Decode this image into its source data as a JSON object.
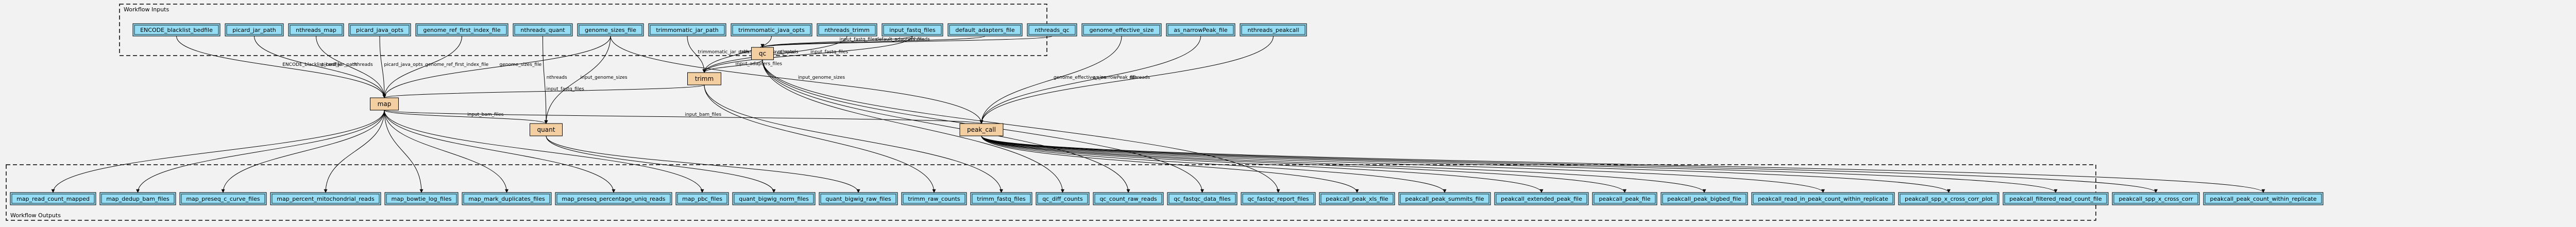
{
  "clusters": {
    "inputs_label": "Workflow Inputs",
    "outputs_label": "Workflow Outputs"
  },
  "inputs": [
    "ENCODE_blacklist_bedfile",
    "picard_jar_path",
    "nthreads_map",
    "picard_java_opts",
    "genome_ref_first_index_file",
    "nthreads_quant",
    "genome_sizes_file",
    "trimmomatic_jar_path",
    "trimmomatic_java_opts",
    "nthreads_trimm",
    "input_fastq_files",
    "default_adapters_file",
    "nthreads_qc",
    "genome_effective_size",
    "as_narrowPeak_file",
    "nthreads_peakcall"
  ],
  "steps": [
    "map",
    "quant",
    "trimm",
    "qc",
    "peak_call"
  ],
  "outputs": [
    "map_read_count_mapped",
    "map_dedup_bam_files",
    "map_preseq_c_curve_files",
    "map_percent_mitochondrial_reads",
    "map_bowtie_log_files",
    "map_mark_duplicates_files",
    "map_preseq_percentage_uniq_reads",
    "map_pbc_files",
    "quant_bigwig_norm_files",
    "quant_bigwig_raw_files",
    "trimm_raw_counts",
    "trimm_fastq_files",
    "qc_diff_counts",
    "qc_count_raw_reads",
    "qc_fastqc_data_files",
    "qc_fastqc_report_files",
    "peakcall_peak_xls_file",
    "peakcall_peak_summits_file",
    "peakcall_extended_peak_file",
    "peakcall_peak_file",
    "peakcall_peak_bigbed_file",
    "peakcall_read_in_peak_count_within_replicate",
    "peakcall_spp_x_cross_corr_plot",
    "peakcall_filtered_read_count_file",
    "peakcall_spp_x_cross_corr",
    "peakcall_peak_count_within_replicate"
  ],
  "edges": [
    {
      "from": "ENCODE_blacklist_bedfile",
      "to": "map",
      "label": "ENCODE_blacklist_bedfile"
    },
    {
      "from": "picard_jar_path",
      "to": "map",
      "label": "picard_jar_path"
    },
    {
      "from": "nthreads_map",
      "to": "map",
      "label": "nthreads"
    },
    {
      "from": "picard_java_opts",
      "to": "map",
      "label": "picard_java_opts"
    },
    {
      "from": "genome_ref_first_index_file",
      "to": "map",
      "label": "genome_ref_first_index_file"
    },
    {
      "from": "genome_sizes_file",
      "to": "map",
      "label": "genome_sizes_file"
    },
    {
      "from": "trimm",
      "to": "map",
      "label": "input_fastq_files"
    },
    {
      "from": "map",
      "to": "quant",
      "label": "input_bam_files"
    },
    {
      "from": "map",
      "to": "peak_call",
      "label": "input_bam_files"
    },
    {
      "from": "nthreads_quant",
      "to": "quant",
      "label": "nthreads"
    },
    {
      "from": "genome_sizes_file",
      "to": "quant",
      "label": "input_genome_sizes"
    },
    {
      "from": "trimmomatic_jar_path",
      "to": "trimm",
      "label": "trimmomatic_jar_path"
    },
    {
      "from": "trimmomatic_java_opts",
      "to": "trimm",
      "label": "trimmomatic_java_opts"
    },
    {
      "from": "nthreads_trimm",
      "to": "trimm",
      "label": "nthreads"
    },
    {
      "from": "input_fastq_files",
      "to": "trimm",
      "label": "input_fastq_files"
    },
    {
      "from": "qc",
      "to": "trimm",
      "label": "input_adapters_files"
    },
    {
      "from": "input_fastq_files",
      "to": "qc",
      "label": "input_fastq_files"
    },
    {
      "from": "default_adapters_file",
      "to": "qc",
      "label": "default_adapters_file"
    },
    {
      "from": "nthreads_qc",
      "to": "qc",
      "label": "nthreads"
    },
    {
      "from": "genome_sizes_file",
      "to": "peak_call",
      "label": "input_genome_sizes"
    },
    {
      "from": "genome_effective_size",
      "to": "peak_call",
      "label": "genome_effective_size"
    },
    {
      "from": "as_narrowPeak_file",
      "to": "peak_call",
      "label": "as_narrowPeak_file"
    },
    {
      "from": "nthreads_peakcall",
      "to": "peak_call",
      "label": "nthreads"
    },
    {
      "from": "map",
      "to": "map_read_count_mapped",
      "label": ""
    },
    {
      "from": "map",
      "to": "map_dedup_bam_files",
      "label": ""
    },
    {
      "from": "map",
      "to": "map_preseq_c_curve_files",
      "label": ""
    },
    {
      "from": "map",
      "to": "map_percent_mitochondrial_reads",
      "label": ""
    },
    {
      "from": "map",
      "to": "map_bowtie_log_files",
      "label": ""
    },
    {
      "from": "map",
      "to": "map_mark_duplicates_files",
      "label": ""
    },
    {
      "from": "map",
      "to": "map_preseq_percentage_uniq_reads",
      "label": ""
    },
    {
      "from": "map",
      "to": "map_pbc_files",
      "label": ""
    },
    {
      "from": "quant",
      "to": "quant_bigwig_norm_files",
      "label": ""
    },
    {
      "from": "quant",
      "to": "quant_bigwig_raw_files",
      "label": ""
    },
    {
      "from": "trimm",
      "to": "trimm_raw_counts",
      "label": ""
    },
    {
      "from": "trimm",
      "to": "trimm_fastq_files",
      "label": ""
    },
    {
      "from": "qc",
      "to": "qc_diff_counts",
      "label": ""
    },
    {
      "from": "qc",
      "to": "qc_count_raw_reads",
      "label": ""
    },
    {
      "from": "qc",
      "to": "qc_fastqc_data_files",
      "label": ""
    },
    {
      "from": "qc",
      "to": "qc_fastqc_report_files",
      "label": ""
    },
    {
      "from": "peak_call",
      "to": "peakcall_peak_xls_file",
      "label": ""
    },
    {
      "from": "peak_call",
      "to": "peakcall_peak_summits_file",
      "label": ""
    },
    {
      "from": "peak_call",
      "to": "peakcall_extended_peak_file",
      "label": ""
    },
    {
      "from": "peak_call",
      "to": "peakcall_peak_file",
      "label": ""
    },
    {
      "from": "peak_call",
      "to": "peakcall_peak_bigbed_file",
      "label": ""
    },
    {
      "from": "peak_call",
      "to": "peakcall_read_in_peak_count_within_replicate",
      "label": ""
    },
    {
      "from": "peak_call",
      "to": "peakcall_spp_x_cross_corr_plot",
      "label": ""
    },
    {
      "from": "peak_call",
      "to": "peakcall_filtered_read_count_file",
      "label": ""
    },
    {
      "from": "peak_call",
      "to": "peakcall_spp_x_cross_corr",
      "label": ""
    },
    {
      "from": "peak_call",
      "to": "peakcall_peak_count_within_replicate",
      "label": ""
    }
  ],
  "colors": {
    "background": "#f2f2f2",
    "io_fill": "#94ddf4",
    "step_fill": "#f3cea1",
    "stroke": "#000000",
    "edge": "#000000"
  }
}
